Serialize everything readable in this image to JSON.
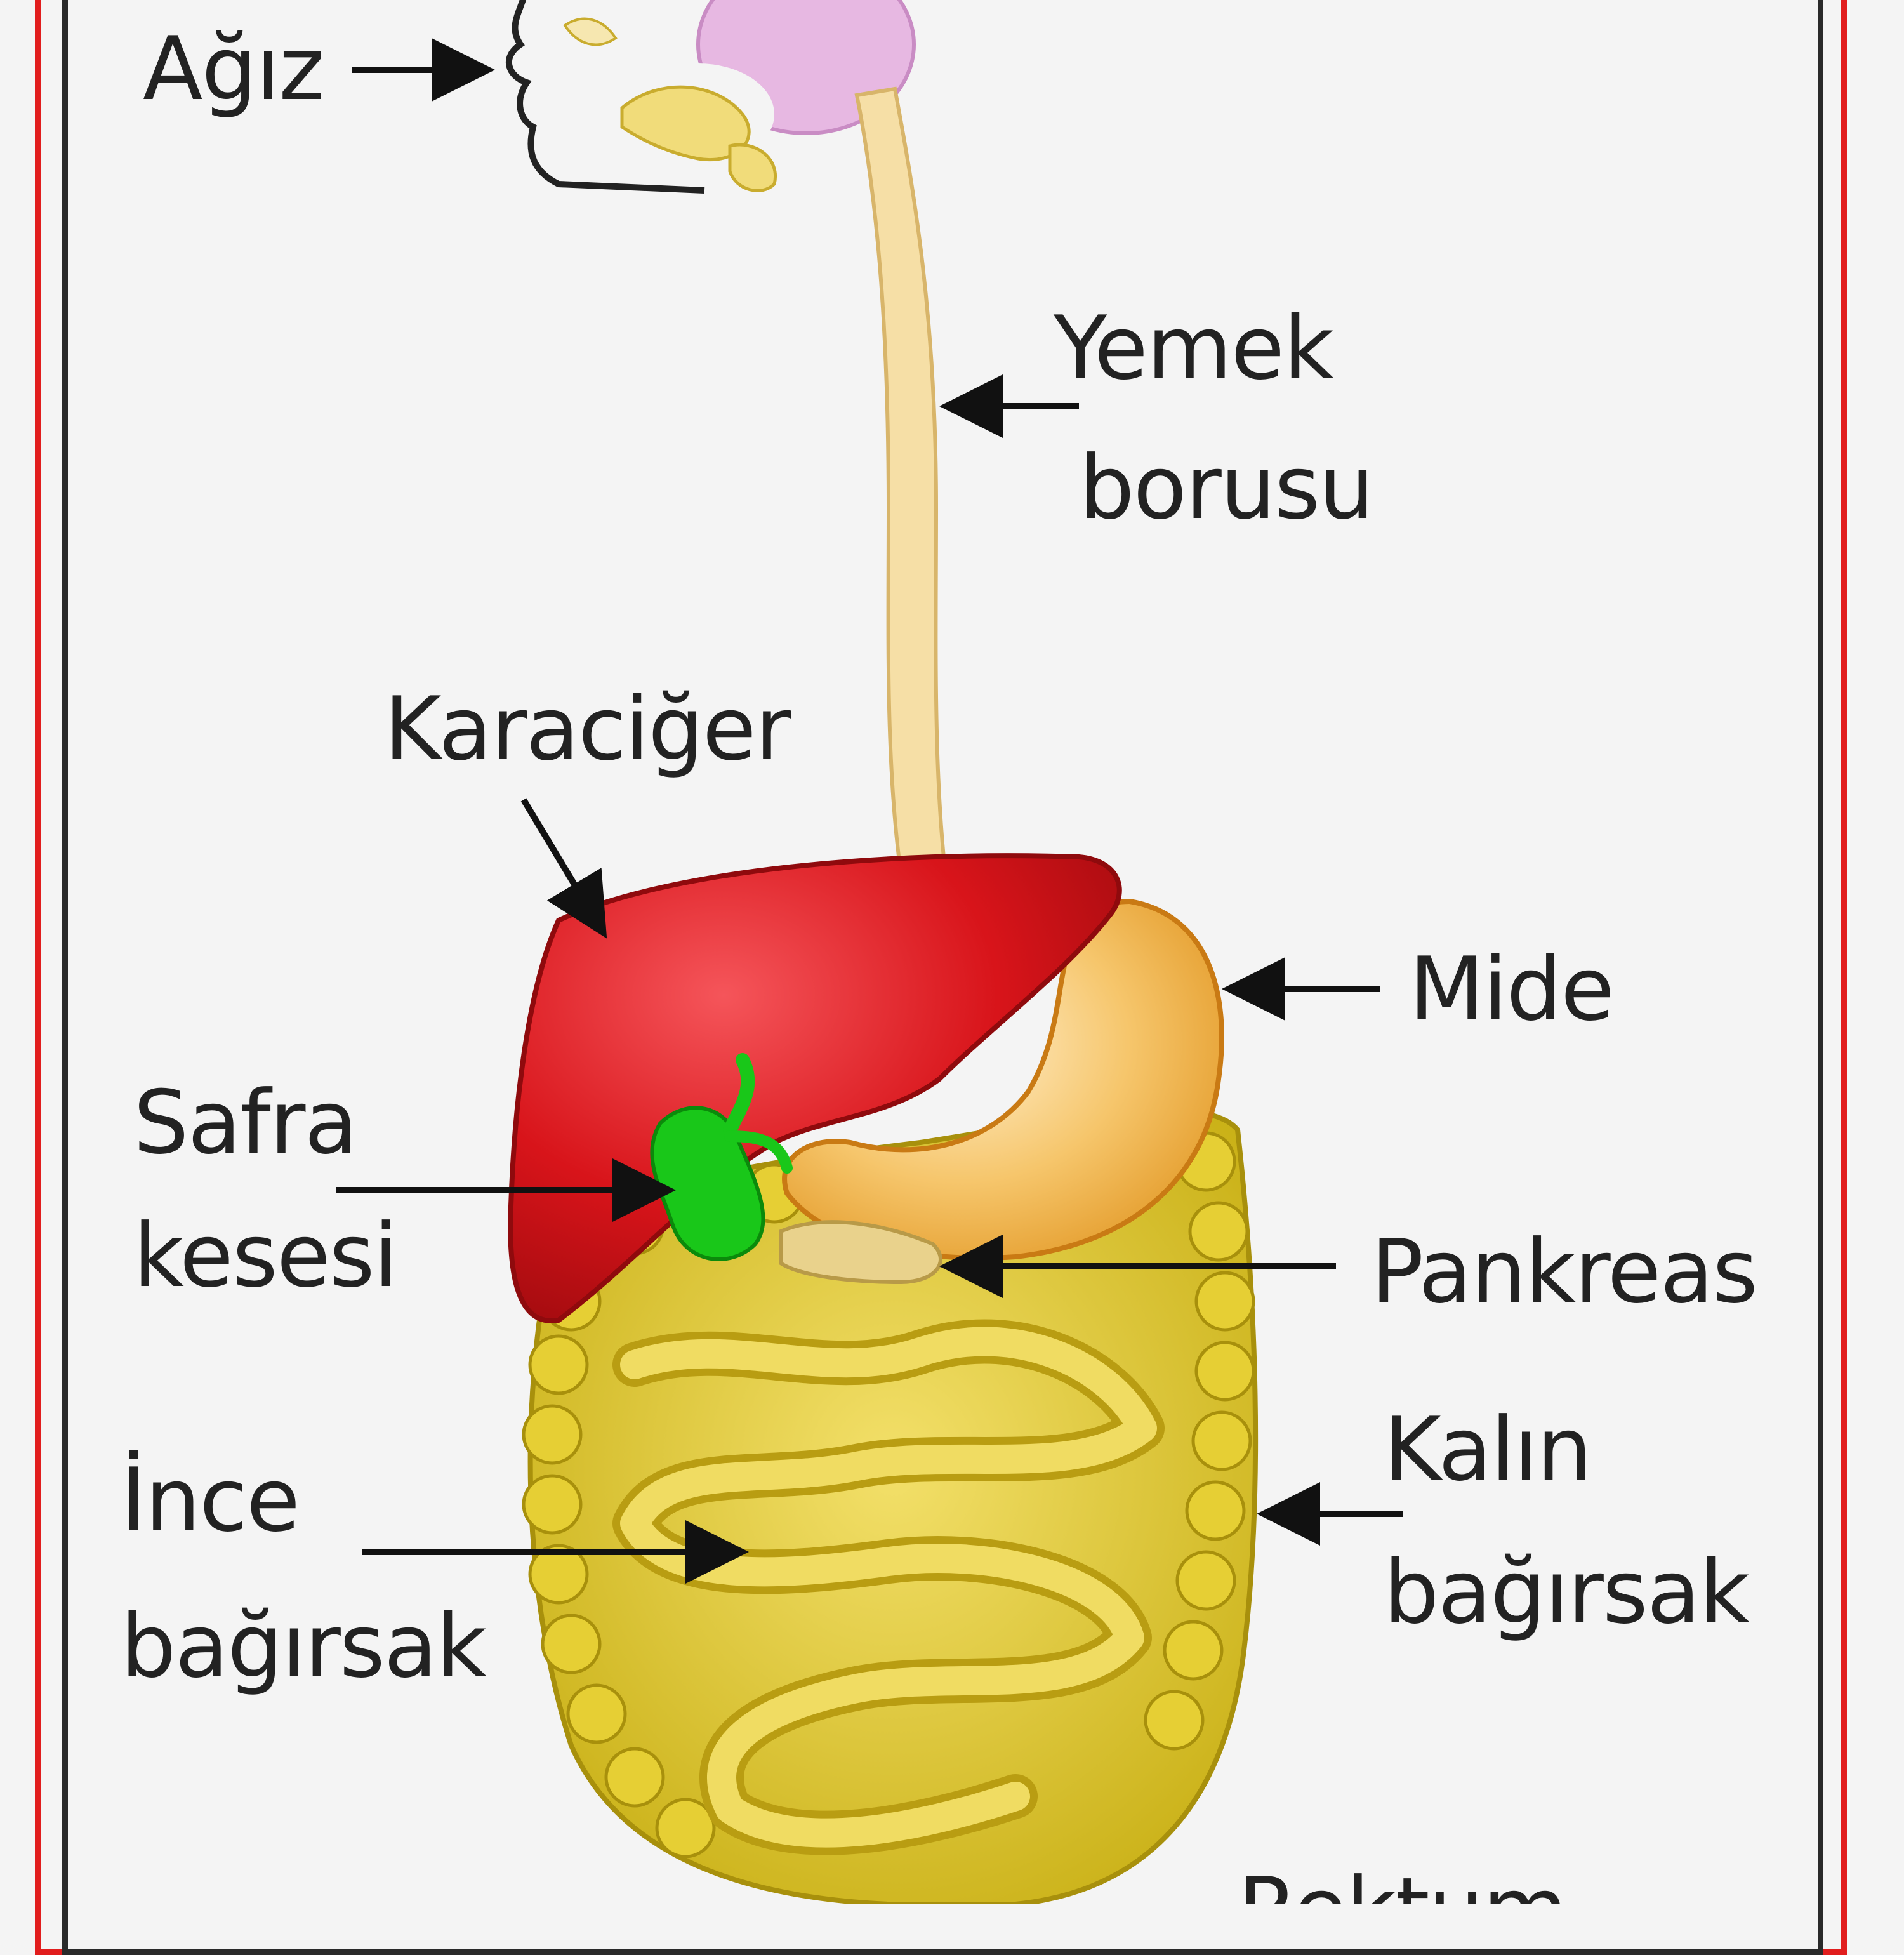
{
  "labels": {
    "mouth": "Ağız",
    "esophagus_line1": "Yemek",
    "esophagus_line2": "borusu",
    "liver": "Karaciğer",
    "stomach": "Mide",
    "gallbladder_line1": "Safra",
    "gallbladder_line2": "kesesi",
    "pancreas": "Pankreas",
    "large_intestine_line1": "Kalın",
    "large_intestine_line2": "bağırsak",
    "small_intestine_line1": "İnce",
    "small_intestine_line2": "bağırsak",
    "rectum_partial": "Rektum"
  },
  "colors": {
    "frame_outer": "#e11d1d",
    "frame_inner": "#2a2a2a",
    "background": "#f4f4f4",
    "liver": "#d8141a",
    "stomach": "#f0b448",
    "gallbladder": "#19c719",
    "intestine": "#d9c41e",
    "esophagus": "#f6dfa6",
    "tongue": "#e7b8e2"
  }
}
